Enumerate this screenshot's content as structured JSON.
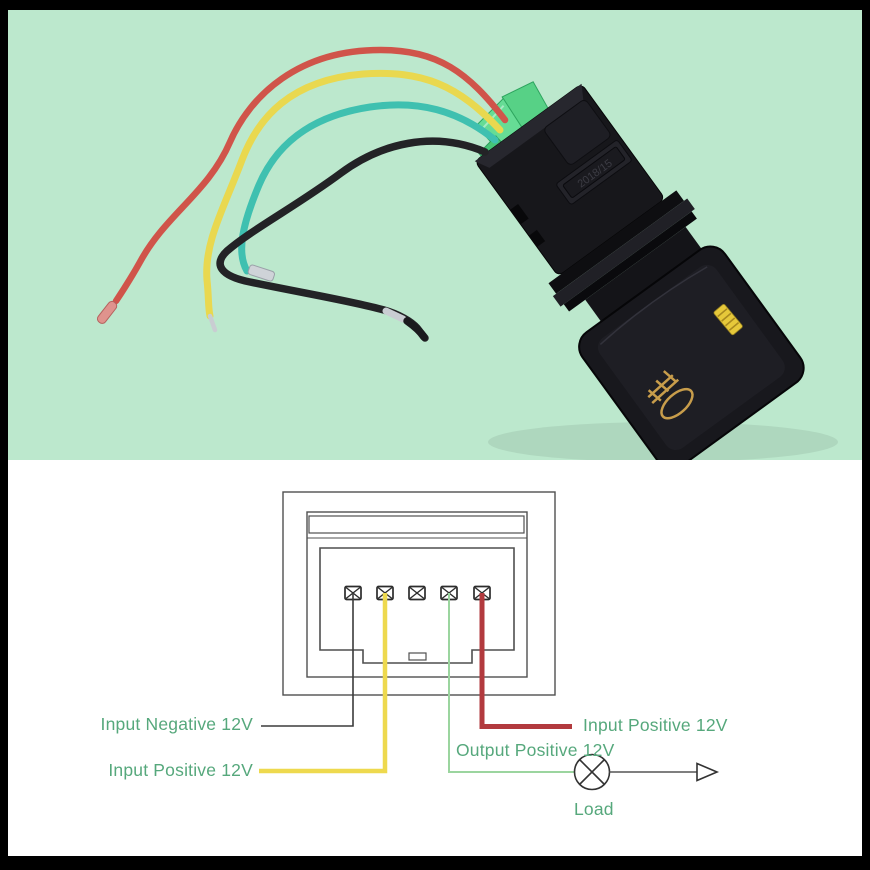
{
  "frame": {
    "border_color": "#000000"
  },
  "photo": {
    "background_color": "#bce8cd",
    "marking": "2018/15",
    "connector_clip_color": "#57d186",
    "switch_body_color": "#17171b",
    "fog_icon_color": "#c89d4b",
    "led_window_color": "#e6c83a",
    "wires": [
      {
        "name": "red",
        "color": "#d0544a"
      },
      {
        "name": "yellow",
        "color": "#e9d84f"
      },
      {
        "name": "teal",
        "color": "#3fc0b0"
      },
      {
        "name": "black",
        "color": "#232326"
      }
    ]
  },
  "diagram": {
    "background_color": "#ffffff",
    "outline_color": "#4f4f4f",
    "label_color": "#56a87c",
    "pin_count": 5,
    "labels": {
      "input_negative": "Input Negative 12V",
      "input_positive_left": "Input Positive 12V",
      "input_positive_right": "Input Positive 12V",
      "output_positive": "Output Positive 12V",
      "load": "Load"
    },
    "wires": {
      "negative": {
        "color": "#3b3b3b",
        "pin": 1,
        "label": "Input Negative 12V"
      },
      "positive_yellow": {
        "color": "#eed94e",
        "pin": 2,
        "label": "Input Positive 12V"
      },
      "output": {
        "color": "#9bd59f",
        "pin": 4,
        "label": "Output Positive 12V"
      },
      "positive_red": {
        "color": "#b23a3e",
        "pin": 5,
        "label": "Input Positive 12V"
      }
    },
    "load_symbol": "lamp"
  }
}
